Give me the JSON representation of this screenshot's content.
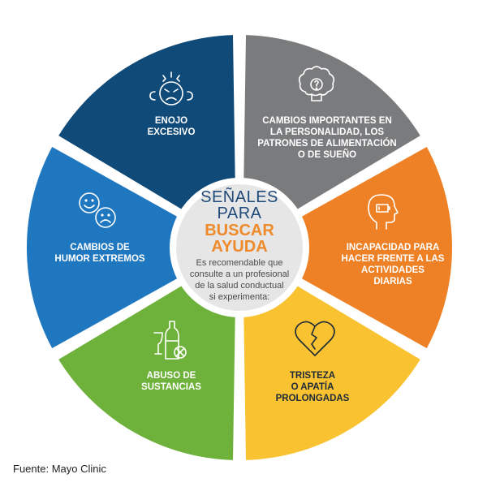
{
  "center": {
    "title_line1": "SEÑALES",
    "title_line2": "PARA",
    "accent_line1": "BUSCAR",
    "accent_line2": "AYUDA",
    "body_lines": [
      "Es recomendable que",
      "consulte a un profesional",
      "de la salud conductual",
      "si experimenta:"
    ]
  },
  "segments": [
    {
      "lines": [
        "ENOJO",
        "EXCESIVO"
      ],
      "icon": "angry-face-icon",
      "color": "#0f4a78"
    },
    {
      "lines": [
        "CAMBIOS IMPORTANTES EN",
        "LA PERSONALIDAD, LOS",
        "PATRONES DE ALIMENTACIÓN",
        "O DE SUEÑO"
      ],
      "icon": "brain-question-icon",
      "color": "#7a7b7d"
    },
    {
      "lines": [
        "INCAPACIDAD PARA",
        "HACER FRENTE A LAS",
        "ACTIVIDADES",
        "DIARIAS"
      ],
      "icon": "head-low-battery-icon",
      "color": "#ee8126"
    },
    {
      "lines": [
        "TRISTEZA",
        "O APATÍA",
        "PROLONGADAS"
      ],
      "icon": "broken-heart-icon",
      "color": "#f9c230"
    },
    {
      "lines": [
        "ABUSO DE",
        "SUSTANCIAS"
      ],
      "icon": "bottle-glass-no-icon",
      "color": "#6eb23c"
    },
    {
      "lines": [
        "CAMBIOS DE",
        "HUMOR EXTREMOS"
      ],
      "icon": "happy-sad-faces-icon",
      "color": "#1f77bf"
    }
  ],
  "source": "Fuente: Mayo Clinic"
}
